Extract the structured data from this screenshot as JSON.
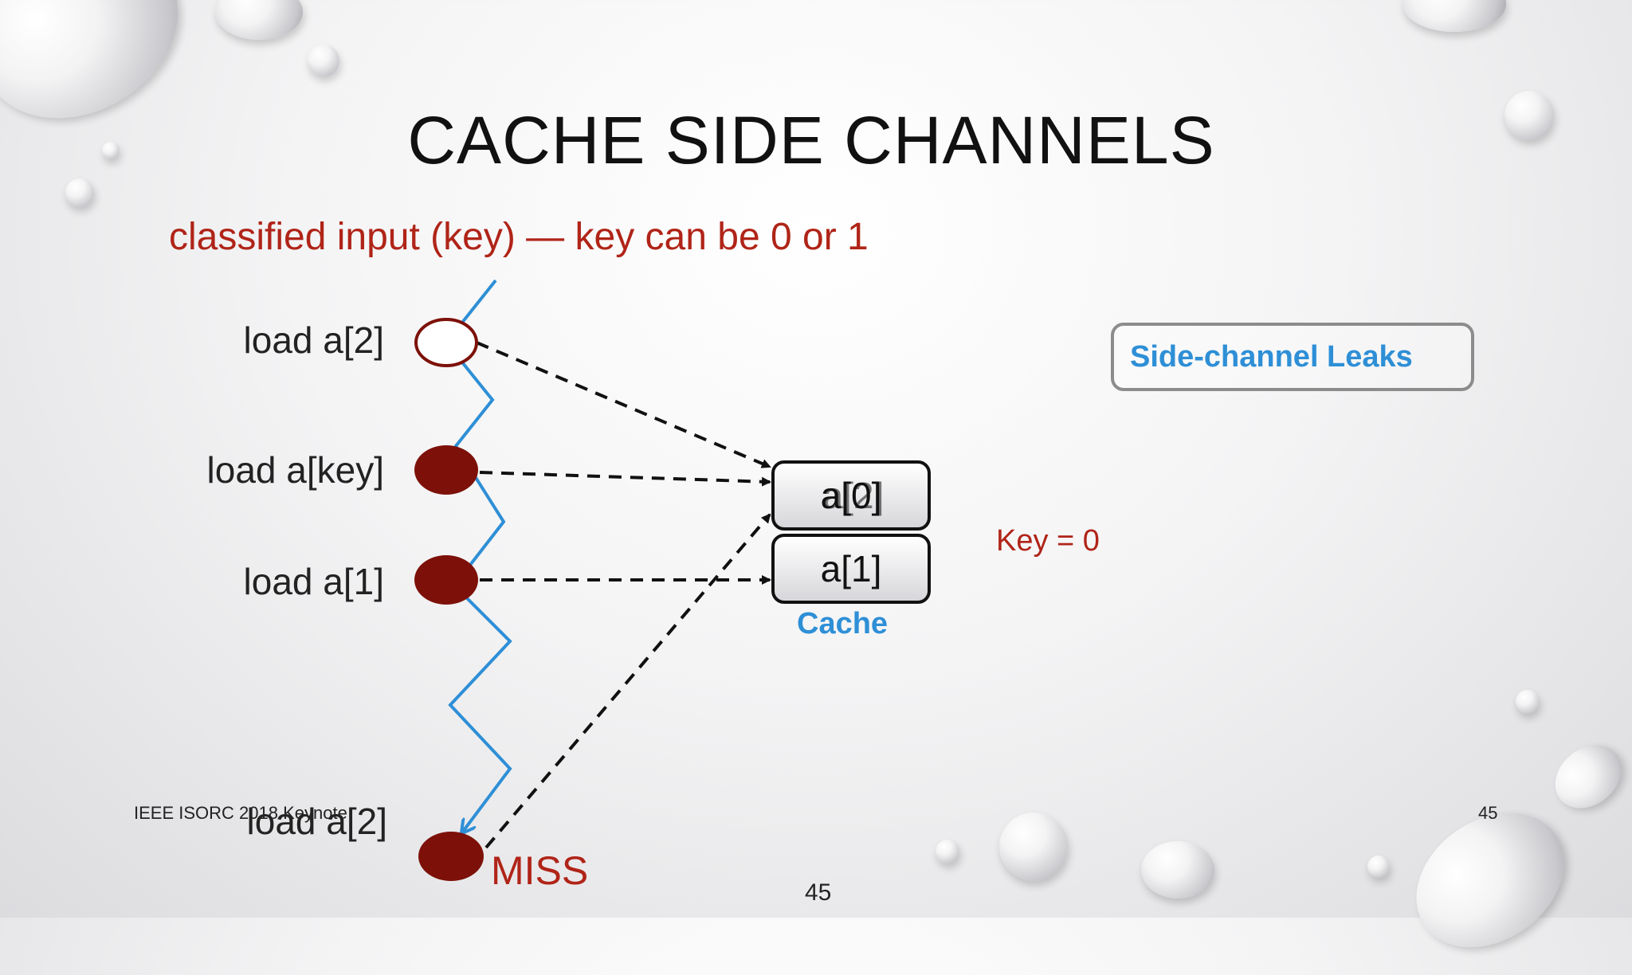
{
  "title": "CACHE SIDE CHANNELS",
  "subtitle": "classified input (key)  — key can be 0 or 1",
  "loads": [
    {
      "label": "load a[2]",
      "filled": false
    },
    {
      "label": "load a[key]",
      "filled": true
    },
    {
      "label": "load a[1]",
      "filled": true
    },
    {
      "label": "load a[2]",
      "filled": true
    }
  ],
  "cache": {
    "slots": [
      "a[0]",
      "a[1]"
    ],
    "overwritten_slot_text": "a[2]",
    "caption": "Cache"
  },
  "side_channel_box": "Side-channel Leaks",
  "key_note": "Key = 0",
  "miss_label": "MISS",
  "footer": {
    "left": "IEEE ISORC 2018 Keynote",
    "right": "45",
    "page_number": "45"
  },
  "colors": {
    "accent_red": "#b02418",
    "node_red": "#7d1109",
    "flow_blue": "#2e8fd6",
    "leak_blue": "#2e8fd6"
  }
}
